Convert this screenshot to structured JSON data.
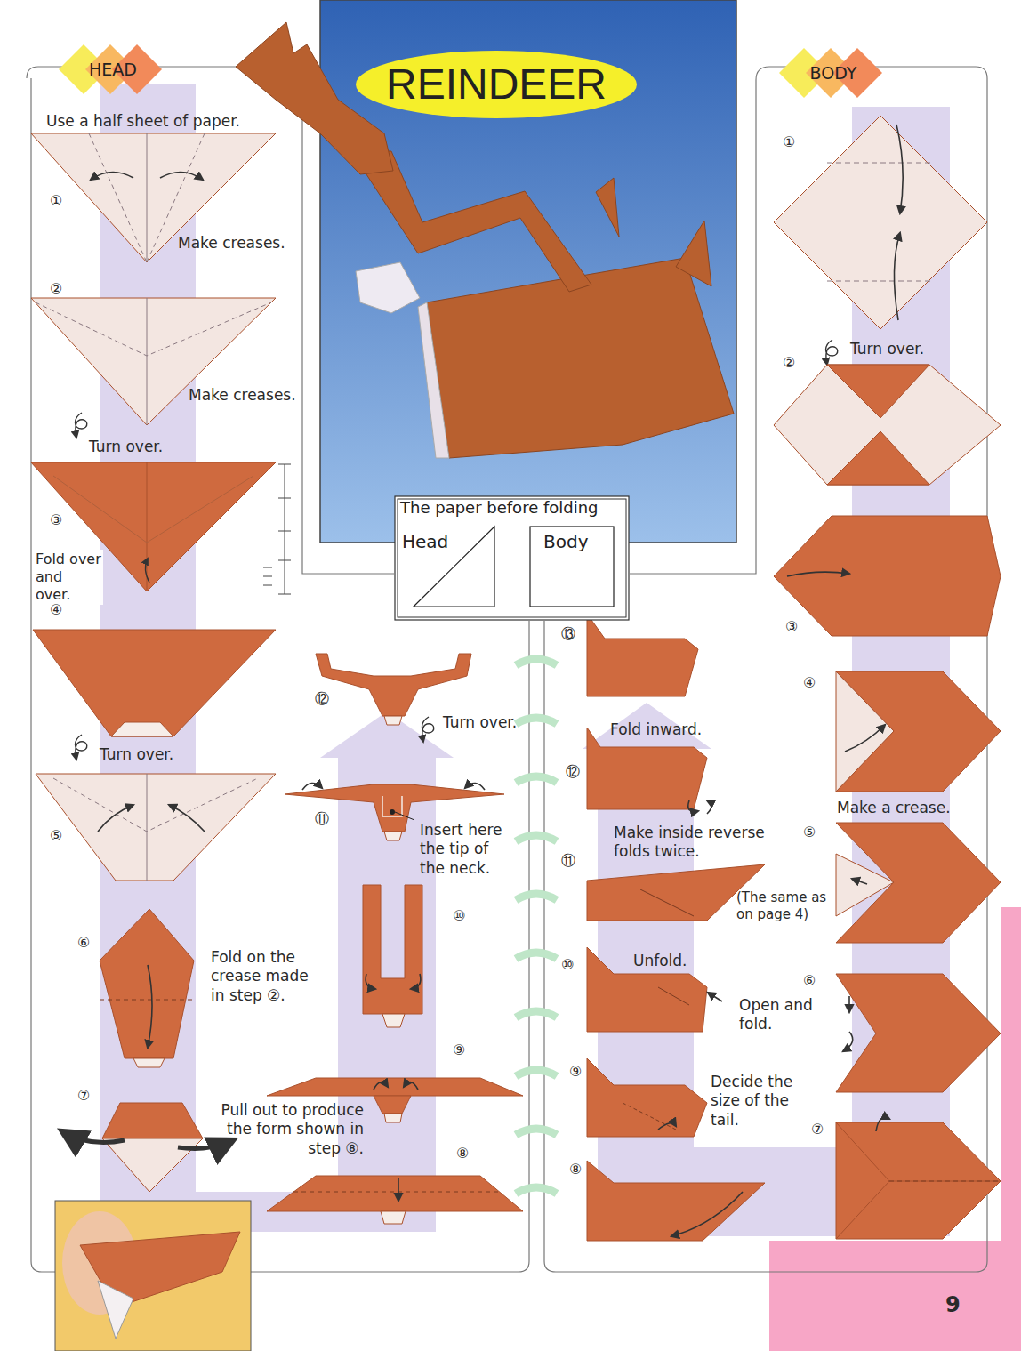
{
  "diagram": {
    "title": "REINDEER",
    "nodes": [
      {
        "text": [
          "HEAD"
        ]
      },
      {
        "text": [
          "BODY"
        ]
      },
      {
        "text": [
          "The paper before folding",
          "Head",
          "Body"
        ]
      }
    ],
    "labels": [
      "Use a half sheet of paper.",
      "①",
      "Make creases.",
      "②",
      "Make creases.",
      "Turn over.",
      "③",
      "Fold over and over.",
      "④",
      "Turn over.",
      "⑤",
      "⑥",
      "Fold on the crease made in step ②.",
      "⑦",
      "Pull out to produce the form shown in step ⑧.",
      "⑫",
      "Turn over.",
      "⑪",
      "Insert here the tip of the neck.",
      "⑩",
      "⑨",
      "⑧",
      "⑬",
      "Fold inward.",
      "⑫",
      "Make inside reverse folds twice.",
      "⑪",
      "(The same as on page 4)",
      "⑩",
      "Unfold.",
      "Open and fold.",
      "⑨",
      "Decide the size of the tail.",
      "⑧",
      "①",
      "Turn over.",
      "②",
      "③",
      "④",
      "Make a crease.",
      "⑤",
      "⑥",
      "⑦",
      "9"
    ]
  }
}
